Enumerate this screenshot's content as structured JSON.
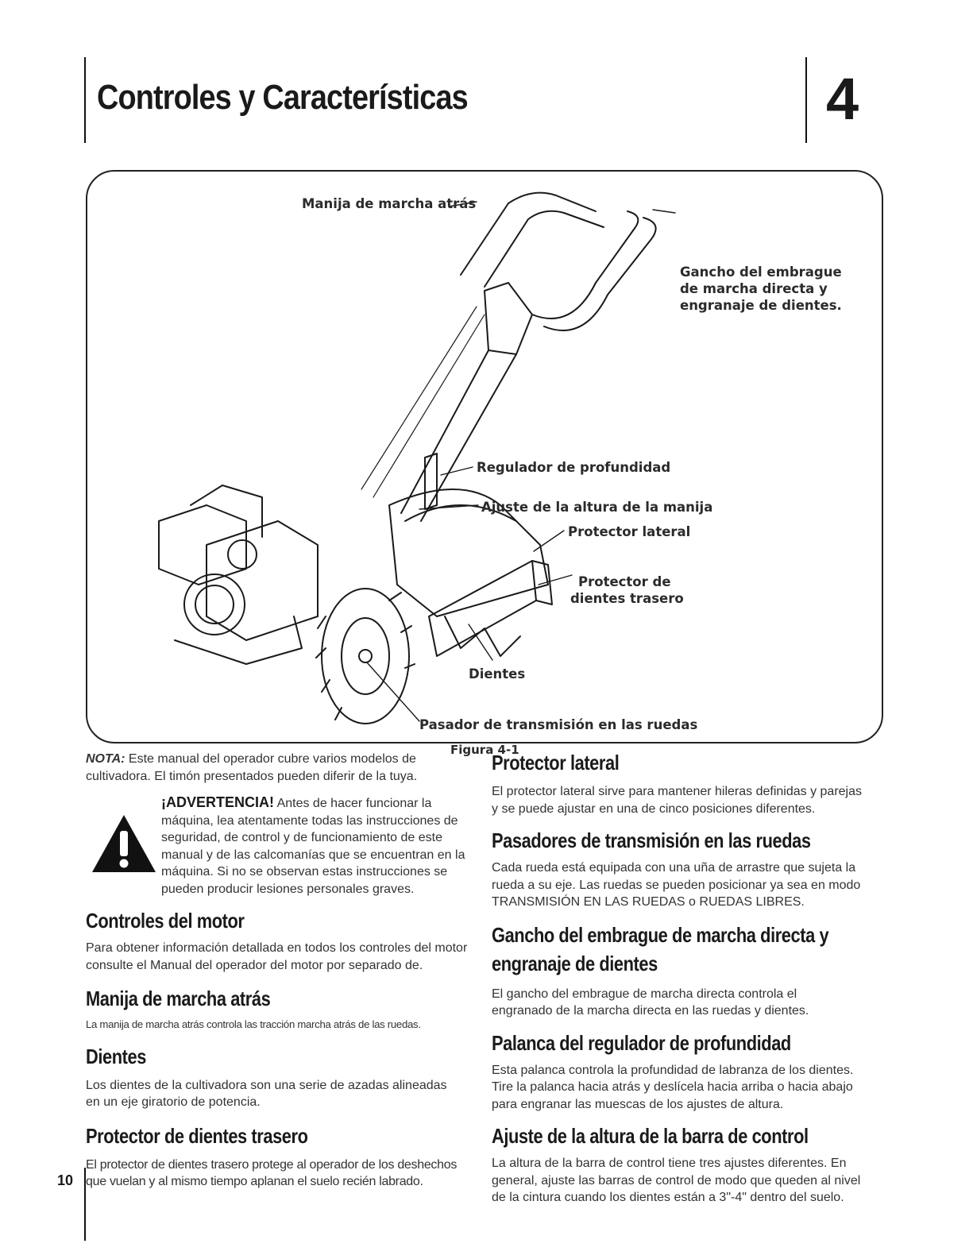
{
  "header": {
    "chapter_title": "Controles y Características",
    "chapter_number": "4"
  },
  "figure": {
    "callouts": {
      "reverse_handle": "Manija de marcha atrás",
      "clutch_hook_1": "Gancho del embrague",
      "clutch_hook_2": "de marcha directa y",
      "clutch_hook_3": "engranaje de dientes.",
      "depth_regulator": "Regulador de profundidad",
      "handle_height": "Ajuste de la altura de la manija",
      "side_shield": "Protector lateral",
      "rear_shield_1": "Protector de",
      "rear_shield_2": "dientes trasero",
      "tines": "Dientes",
      "wheel_pin": "Pasador de transmisión en las ruedas"
    },
    "caption": "Figura 4-1"
  },
  "left": {
    "note_label": "NOTA:",
    "note_text": " Este manual del operador cubre varios modelos de cultivadora. El timón presentados pueden diferir de la tuya.",
    "warning_label": "¡ADVERTENCIA!",
    "warning_text": " Antes de hacer funcionar la máquina, lea atentamente todas las instrucciones de seguridad, de control y de funcionamiento de este manual y de las calcomanías que se encuentran en la máquina. Si no se observan estas instrucciones se pueden producir lesiones personales graves.",
    "engine_heading": "Controles del motor",
    "engine_text": "Para obtener información detallada en todos los controles del motor consulte el Manual del operador del motor por separado de.",
    "reverse_heading": "Manija de marcha atrás",
    "reverse_text": "La manija de marcha atrás controla las tracción marcha atrás de las ruedas.",
    "tines_heading": "Dientes",
    "tines_text": "Los dientes de la cultivadora son una serie de azadas alineadas en un eje giratorio de potencia.",
    "rear_shield_heading": "Protector de dientes trasero",
    "rear_shield_text": "El protector de dientes trasero protege al operador de los deshechos que vuelan y al mismo tiempo aplanan el suelo recién labrado."
  },
  "right": {
    "side_shield_heading": "Protector lateral",
    "side_shield_text": "El protector lateral sirve para mantener hileras definidas y parejas y se puede ajustar en una de cinco posiciones diferentes.",
    "wheel_pins_heading": "Pasadores de transmisión en las ruedas",
    "wheel_pins_text": "Cada rueda está equipada con una uña de arrastre que sujeta la rueda a su eje. Las ruedas se pueden posicionar ya sea en modo TRANSMISIÓN EN LAS RUEDAS o RUEDAS LIBRES.",
    "clutch_heading": "Gancho del embrague de marcha directa y engranaje de dientes",
    "clutch_text": "El gancho del embrague de marcha directa controla el engranado de la marcha directa en las ruedas y dientes.",
    "depth_heading": "Palanca del regulador de profundidad",
    "depth_text": "Esta palanca controla la profundidad de labranza de los dientes. Tire la palanca hacia atrás y deslícela hacia arriba o hacia abajo para engranar las muescas de los ajustes de altura.",
    "bar_height_heading": "Ajuste de la altura de la barra de control",
    "bar_height_text": "La altura de la barra de control tiene tres ajustes diferentes. En general, ajuste las barras de control de modo que queden al nivel de la cintura cuando los dientes están a 3\"-4\" dentro del suelo."
  },
  "footer": {
    "page_number": "10"
  }
}
